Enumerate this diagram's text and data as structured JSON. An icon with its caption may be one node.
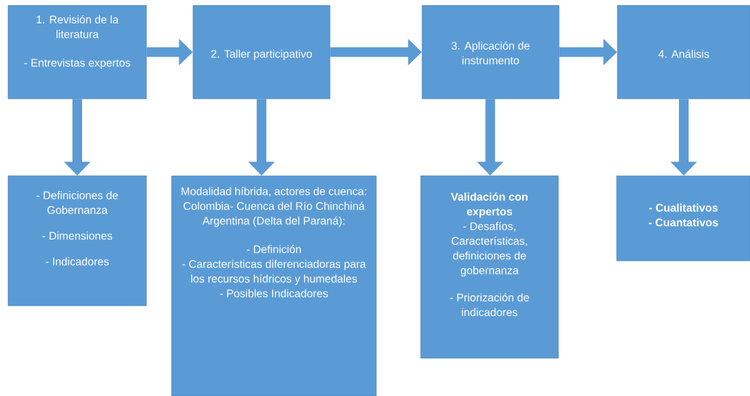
{
  "diagram": {
    "nodes": [
      {
        "text": [
          "1. Revisión de la literatura",
          "- Entrevistas expertos"
        ]
      },
      {
        "text": [
          "2. Taller participativo"
        ]
      },
      {
        "text": [
          "3. Aplicación de instrumento"
        ]
      },
      {
        "text": [
          "4. Análisis"
        ]
      },
      {
        "text": [
          "- Definiciones de Gobernanza",
          "- Dimensiones",
          "- Indicadores"
        ]
      },
      {
        "text": [
          "Modalidad híbrida, actores de cuenca:",
          "Colombia- Cuenca del Río Chinchiná",
          "Argentina (Delta del Paraná):",
          "- Definición",
          "- Características diferenciadoras para los recursos hídricos y humedales",
          "- Posibles Indicadores"
        ]
      },
      {
        "text": [
          "Validación con expertos",
          "- Desafíos, Características, definiciones de gobernanza",
          "- Priorización de indicadores"
        ]
      },
      {
        "text": [
          "- Cualitativos",
          "- Cuantativos"
        ]
      }
    ],
    "edges": [
      {
        "from": 0,
        "to": 1,
        "arrow": "to"
      },
      {
        "from": 1,
        "to": 2,
        "arrow": "to"
      },
      {
        "from": 2,
        "to": 3,
        "arrow": "to"
      },
      {
        "from": 0,
        "to": 4,
        "arrow": "to"
      },
      {
        "from": 1,
        "to": 5,
        "arrow": "to"
      },
      {
        "from": 2,
        "to": 6,
        "arrow": "to"
      },
      {
        "from": 3,
        "to": 7,
        "arrow": "to"
      }
    ]
  }
}
